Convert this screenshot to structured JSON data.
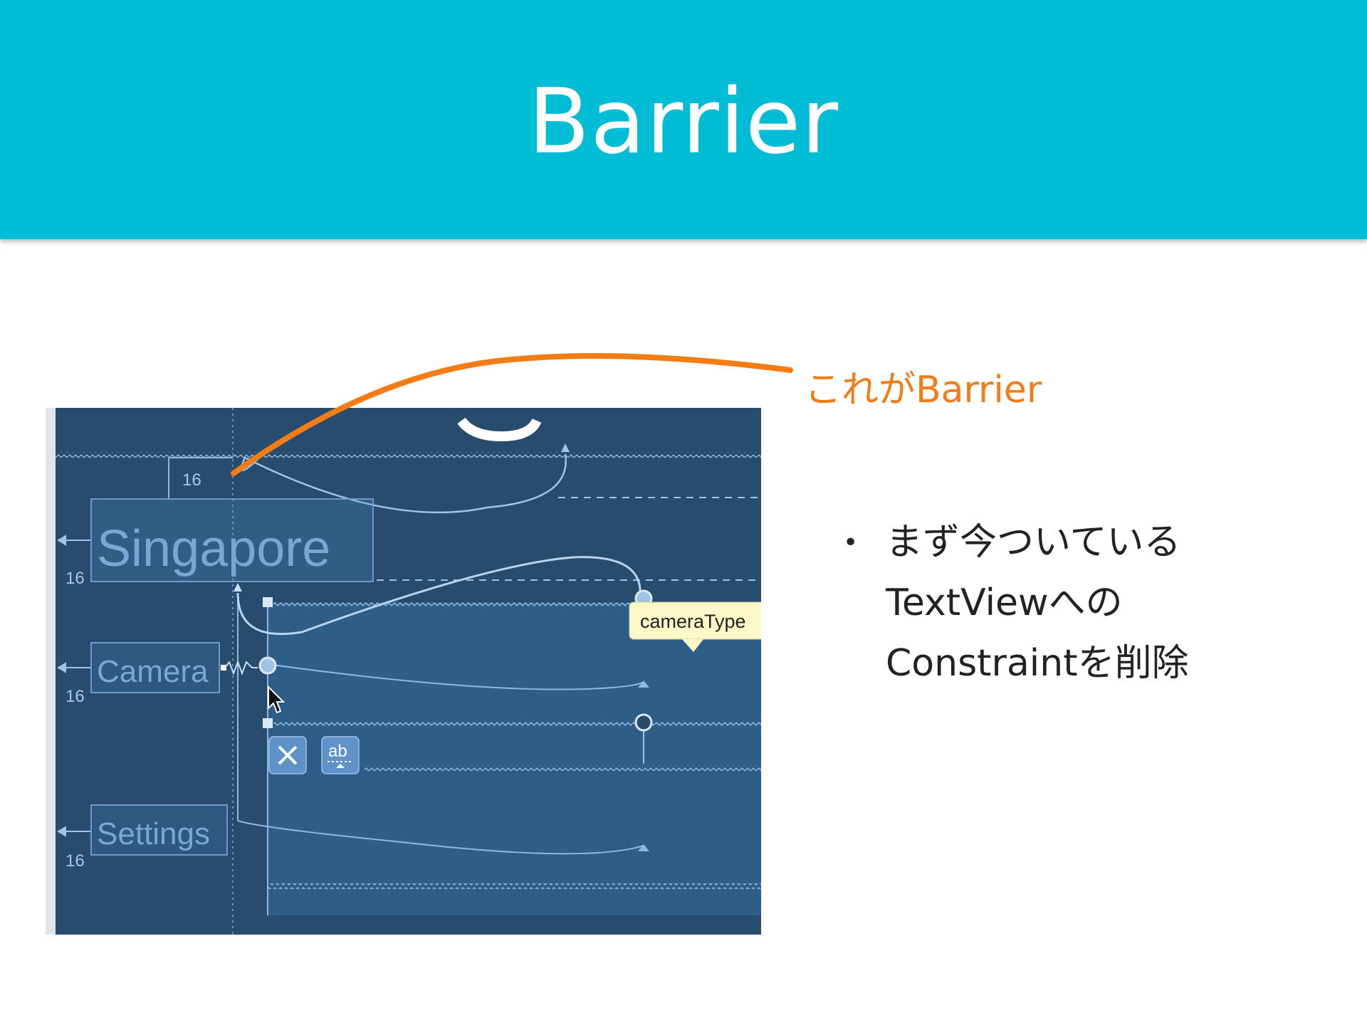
{
  "slide": {
    "title": "Barrier",
    "callout": "これがBarrier",
    "bullet_lines": [
      "まず今ついている",
      "TextViewへの",
      "Constraintを削除"
    ]
  },
  "screenshot": {
    "labels": {
      "singapore": "Singapore",
      "camera": "Camera",
      "settings": "Settings"
    },
    "margins": [
      "16",
      "16",
      "16",
      "16"
    ],
    "tooltip": "cameraType",
    "tool_button_text": "ab",
    "tool_buttons": [
      "clear-constraints-icon",
      "baseline-icon"
    ]
  },
  "colors": {
    "header": "#00bcd4",
    "accent": "#f07d1a",
    "blueprint_bg": "#274c6e",
    "blueprint_fill": "#2e5d88",
    "blueprint_line": "#8fb6dc"
  }
}
